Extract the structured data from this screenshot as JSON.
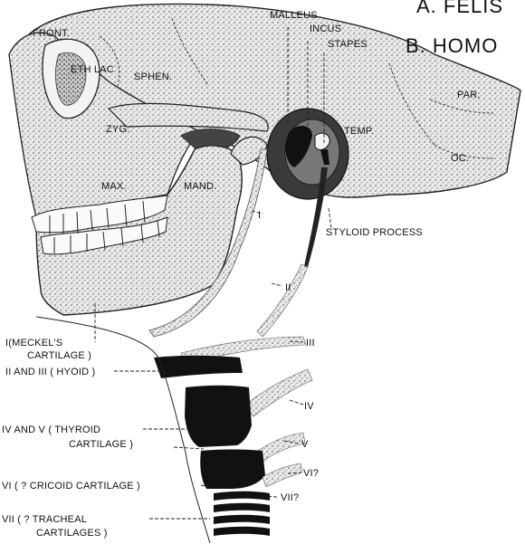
{
  "header": {
    "title_a": "A. FELIS",
    "title_b": "B. HOMO"
  },
  "skull_labels": {
    "front": "FRONT.",
    "eth_lac": "ETH LAC",
    "sphen": "SPHEN.",
    "zyg": "ZYG.",
    "max": "MAX.",
    "mand": "MAND.",
    "par": "PAR.",
    "oc": "OC.",
    "temp": "TEMP."
  },
  "ossicle_labels": {
    "malleus": "MALLEUS",
    "incus": "INCUS",
    "stapes": "STAPES",
    "styloid": "STYLOID PROCESS"
  },
  "arch_numbers": {
    "i": "I",
    "ii": "II",
    "iii": "III",
    "iv": "IV",
    "v": "V",
    "vi": "VI?",
    "vii": "VII?"
  },
  "left_labels": {
    "meckel_1": "I(MECKEL'S",
    "meckel_2": "CARTILAGE )",
    "hyoid": "II AND III ( HYOID )",
    "thyroid_1": "IV AND V ( THYROID",
    "thyroid_2": "CARTILAGE )",
    "cricoid": "VI ( ? CRICOID CARTILAGE )",
    "tracheal_1": "VII ( ? TRACHEAL",
    "tracheal_2": "CARTILAGES )"
  }
}
